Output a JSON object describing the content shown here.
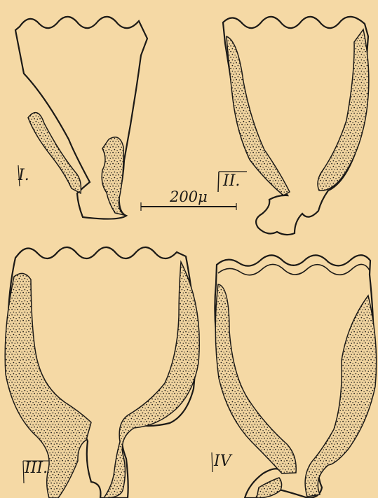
{
  "figure": {
    "background_color": "#f5d9a5",
    "ink_color": "#1c1a17",
    "labels": {
      "panel_1": "I.",
      "panel_2": "II.",
      "panel_3": "III.",
      "panel_4": "IV"
    },
    "scale_bar": {
      "label": "200μ"
    }
  }
}
